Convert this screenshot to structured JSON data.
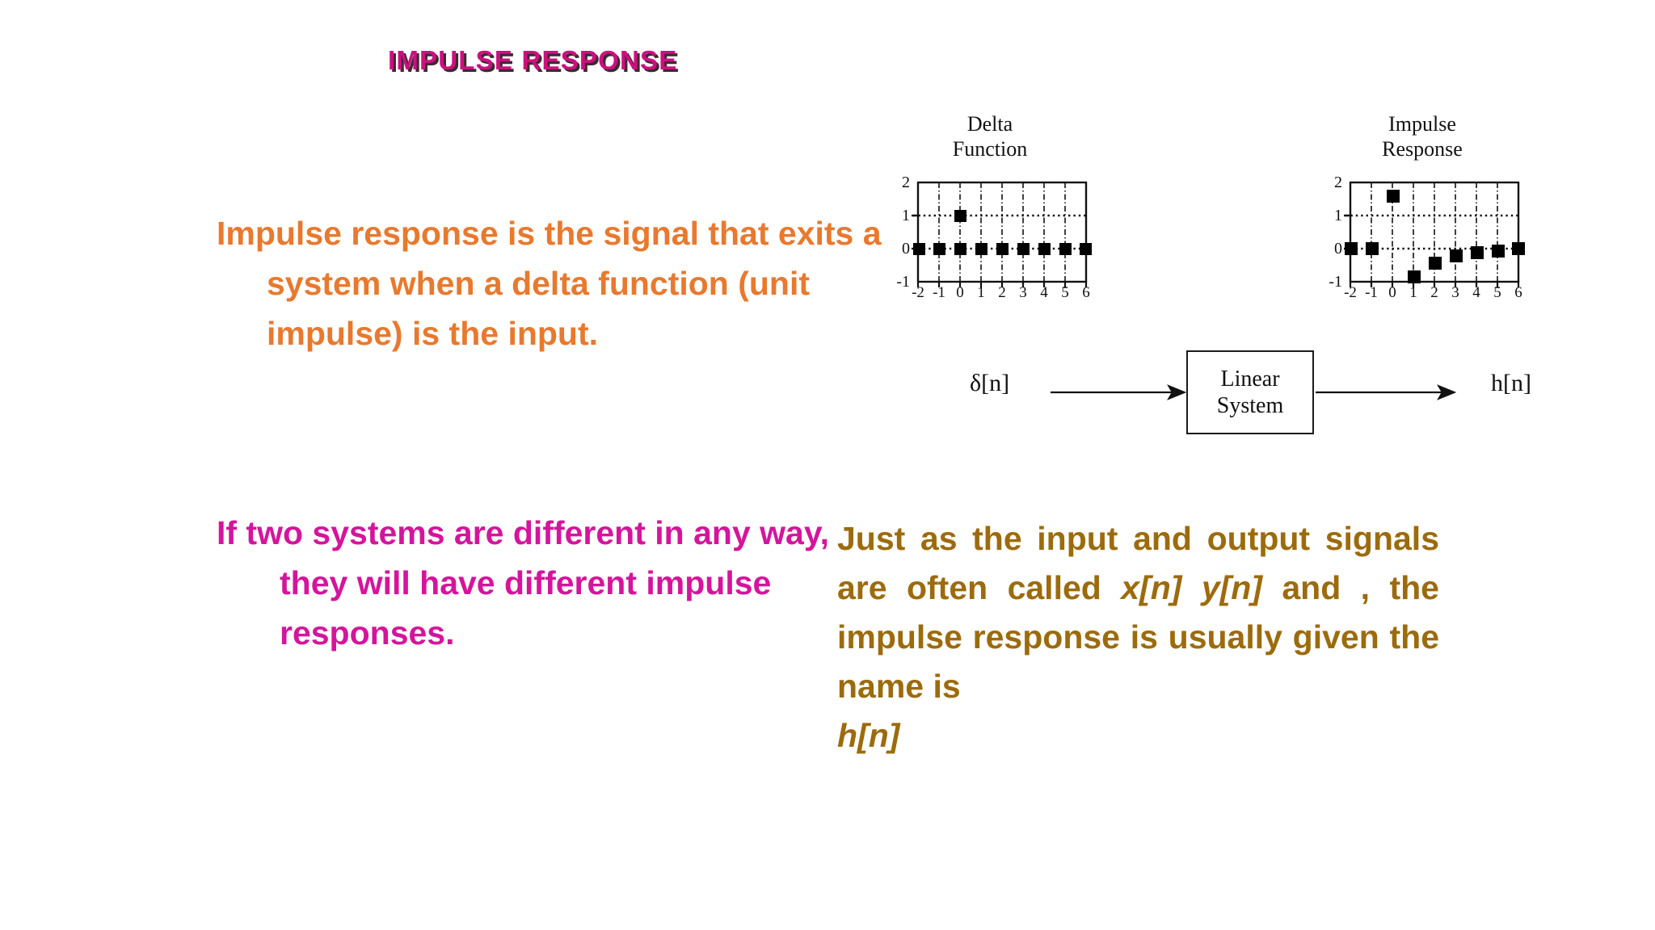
{
  "slide": {
    "title": "IMPULSE RESPONSE",
    "title_color": "#CE0F7F",
    "title_shadow_color": "#3A2B30",
    "background_color": "#FFFFFF"
  },
  "body": {
    "orange_paragraph": {
      "text": "Impulse response is the signal that exits a system when a delta function (unit impulse) is the input.",
      "color": "#E8792E"
    },
    "magenta_paragraph": {
      "text": "If two systems are different in any way, they will have different impulse responses.",
      "color": "#D4159C"
    },
    "brown_paragraph": {
      "color": "#9C6B0C",
      "part_1": "Just as the input and output signals are often called ",
      "var_x": "x[n]",
      "space_1": " ",
      "var_y": "y[n]",
      "part_2": " and , the impulse response is usually given the name is ",
      "var_h": "h[n]"
    }
  },
  "figure": {
    "block_diagram": {
      "input_label": "δ[n]",
      "system_label": "Linear\nSystem",
      "output_label": "h[n]"
    }
  },
  "chart_data": [
    {
      "type": "bar",
      "style": "stem-markers",
      "title": "Delta\nFunction",
      "xlabel": "",
      "ylabel": "",
      "x": [
        -2,
        -1,
        0,
        1,
        2,
        3,
        4,
        5,
        6
      ],
      "categories": [
        "-2",
        "-1",
        "0",
        "1",
        "2",
        "3",
        "4",
        "5",
        "6"
      ],
      "values": [
        0,
        0,
        1,
        0,
        0,
        0,
        0,
        0,
        0
      ],
      "xlim": [
        -2,
        6
      ],
      "ylim": [
        -1,
        2
      ],
      "yticks": [
        -1,
        0,
        1,
        2
      ],
      "ytick_labels": [
        "-1",
        "0",
        "1",
        "2"
      ],
      "grid": true,
      "grid_style": "dash-dot vertical at each integer; dotted horizontal at y=0 and y=1",
      "legend": "none",
      "marker": "filled-square",
      "color": "#000000"
    },
    {
      "type": "bar",
      "style": "stem-markers",
      "title": "Impulse\nResponse",
      "xlabel": "",
      "ylabel": "",
      "x": [
        -2,
        -1,
        0,
        1,
        2,
        3,
        4,
        5,
        6
      ],
      "categories": [
        "-2",
        "-1",
        "0",
        "1",
        "2",
        "3",
        "4",
        "5",
        "6"
      ],
      "values": [
        0,
        0,
        1.6,
        -0.85,
        -0.45,
        -0.22,
        -0.12,
        -0.07,
        0
      ],
      "xlim": [
        -2,
        6
      ],
      "ylim": [
        -1,
        2
      ],
      "yticks": [
        -1,
        0,
        1,
        2
      ],
      "ytick_labels": [
        "-1",
        "0",
        "1",
        "2"
      ],
      "grid": true,
      "grid_style": "dash-dot vertical at each integer; dotted horizontal at y=0 and y=1",
      "legend": "none",
      "marker": "filled-square",
      "color": "#000000"
    }
  ]
}
